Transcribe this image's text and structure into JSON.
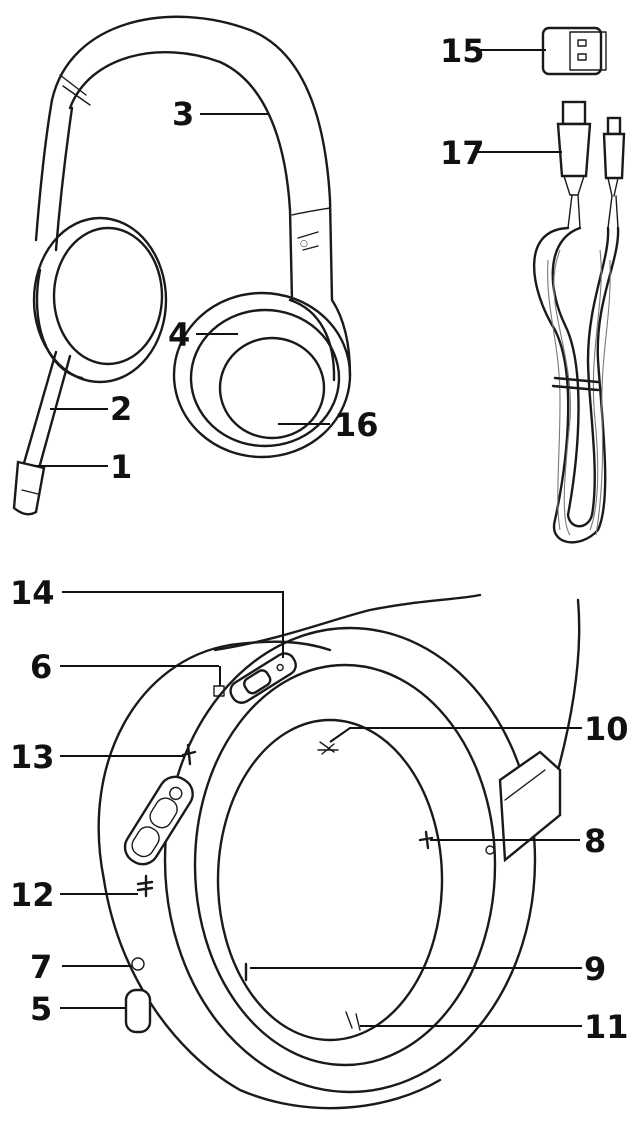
{
  "callouts": [
    {
      "id": "1",
      "label": "1"
    },
    {
      "id": "2",
      "label": "2"
    },
    {
      "id": "3",
      "label": "3"
    },
    {
      "id": "4",
      "label": "4"
    },
    {
      "id": "5",
      "label": "5"
    },
    {
      "id": "6",
      "label": "6"
    },
    {
      "id": "7",
      "label": "7"
    },
    {
      "id": "8",
      "label": "8"
    },
    {
      "id": "9",
      "label": "9"
    },
    {
      "id": "10",
      "label": "10"
    },
    {
      "id": "11",
      "label": "11"
    },
    {
      "id": "12",
      "label": "12"
    },
    {
      "id": "13",
      "label": "13"
    },
    {
      "id": "14",
      "label": "14"
    },
    {
      "id": "15",
      "label": "15"
    },
    {
      "id": "16",
      "label": "16"
    },
    {
      "id": "17",
      "label": "17"
    }
  ],
  "icons": {
    "headset": "headset-illustration",
    "earcup": "earcup-detail-illustration",
    "receiver": "usb-receiver-illustration",
    "cable": "usb-cable-illustration"
  },
  "colors": {
    "line": "#1a1a1a",
    "background": "#ffffff"
  }
}
